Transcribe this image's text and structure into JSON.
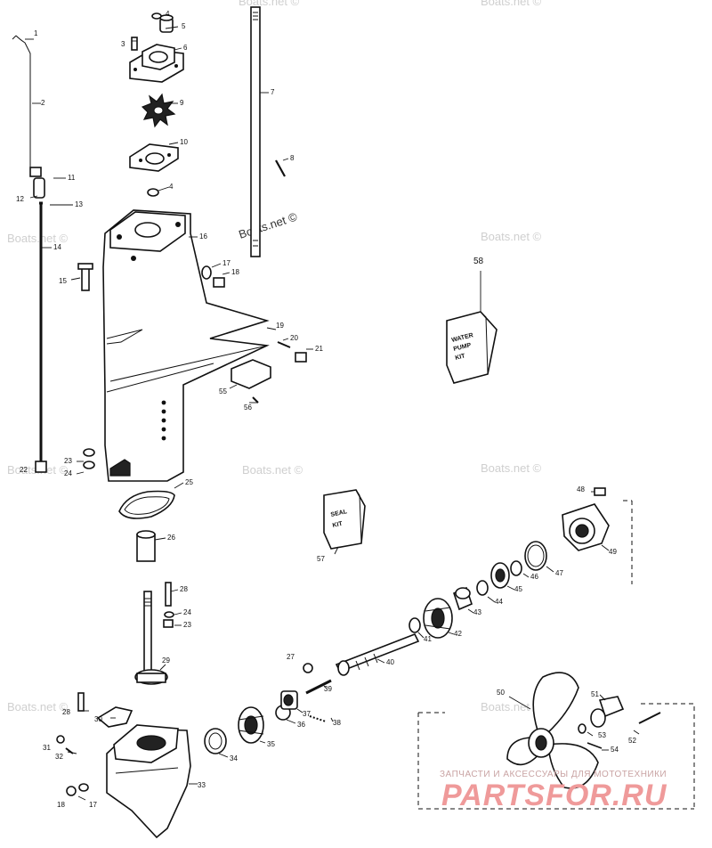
{
  "watermarks": {
    "site": "Boats.net ©",
    "site_top": "Boats.net ©",
    "brand_line": "ЗАПЧАСТИ И АКСЕССУАРЫ ДЛЯ МОТОТЕХНИКИ",
    "brand_logo": "PARTSFOR.RU"
  },
  "kits": {
    "water_pump": {
      "line1": "WATER",
      "line2": "PUMP",
      "line3": "KIT"
    },
    "seal": {
      "line1": "SEAL",
      "line2": "KIT"
    }
  },
  "callouts": {
    "c1": "1",
    "c2": "2",
    "c3": "3",
    "c4": "4",
    "c4b": "4",
    "c5": "5",
    "c6": "6",
    "c7": "7",
    "c8": "8",
    "c9": "9",
    "c10": "10",
    "c11": "11",
    "c12": "12",
    "c13": "13",
    "c14": "14",
    "c15": "15",
    "c16": "16",
    "c17": "17",
    "c17b": "17",
    "c18": "18",
    "c18b": "18",
    "c19": "19",
    "c20": "20",
    "c21": "21",
    "c22": "22",
    "c23": "23",
    "c23b": "23",
    "c24": "24",
    "c24b": "24",
    "c25": "25",
    "c26": "26",
    "c27": "27",
    "c28": "28",
    "c28b": "28",
    "c29": "29",
    "c30": "30",
    "c31": "31",
    "c32": "32",
    "c33": "33",
    "c34": "34",
    "c35": "35",
    "c36": "36",
    "c37": "37",
    "c38": "38",
    "c39": "39",
    "c40": "40",
    "c41": "41",
    "c42": "42",
    "c43": "43",
    "c44": "44",
    "c45": "45",
    "c46": "46",
    "c47": "47",
    "c48": "48",
    "c49": "49",
    "c50": "50",
    "c51": "51",
    "c52": "52",
    "c53": "53",
    "c54": "54",
    "c55": "55",
    "c56": "56",
    "c57": "57",
    "c58": "58"
  }
}
